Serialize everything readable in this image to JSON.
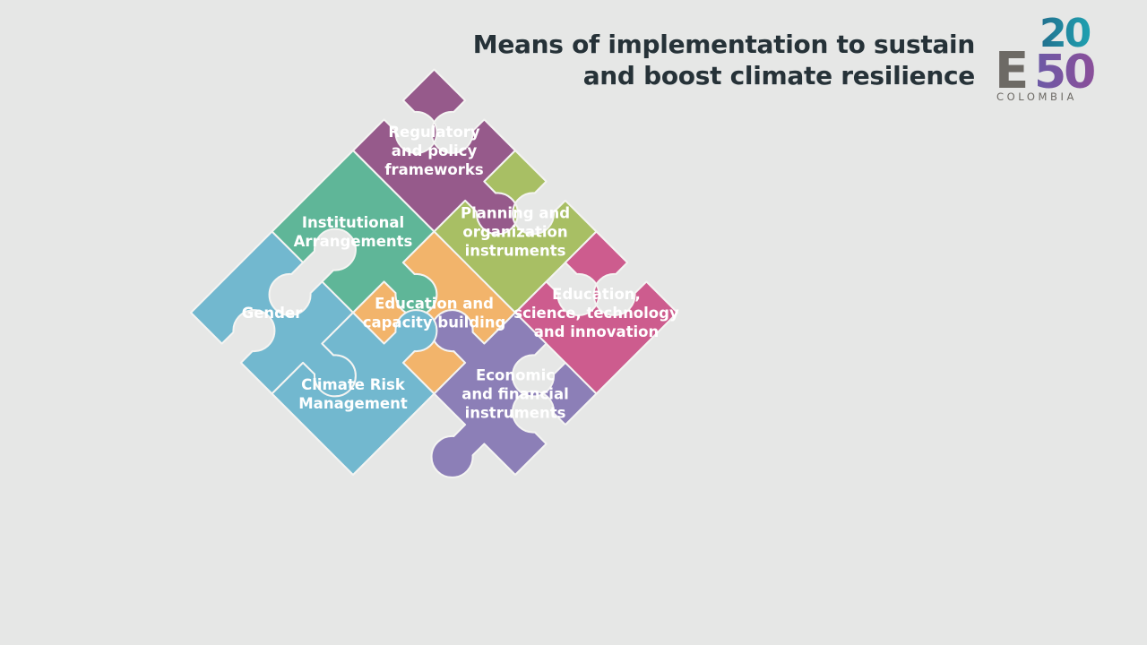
{
  "title": {
    "line1": "Means of implementation to sustain",
    "line2": "and boost climate resilience"
  },
  "logo": {
    "number_top": "20",
    "letter": "E",
    "number_bottom": "50",
    "country": "COLOMBIA"
  },
  "pieces": [
    {
      "id": "regulatory",
      "color": "#965a8b",
      "lines": [
        "Regulatory",
        "and policy",
        "frameworks"
      ]
    },
    {
      "id": "planning",
      "color": "#a8bf64",
      "lines": [
        "Planning and",
        "organization",
        "instruments"
      ]
    },
    {
      "id": "education-science",
      "color": "#cd5c8e",
      "lines": [
        "Education,",
        "science, technology",
        "and innovation"
      ]
    },
    {
      "id": "institutional",
      "color": "#5fb698",
      "lines": [
        "Institutional",
        "Arrangements"
      ]
    },
    {
      "id": "education-capacity",
      "color": "#f2b46b",
      "lines": [
        "Education and",
        "capacity building"
      ]
    },
    {
      "id": "economic",
      "color": "#8c7fb7",
      "lines": [
        "Economic",
        "and financial",
        "instruments"
      ]
    },
    {
      "id": "gender",
      "color": "#72b8cf",
      "lines": [
        "Gender"
      ]
    },
    {
      "id": "climate-risk",
      "color": "#72b8cf",
      "lines": [
        "Climate Risk",
        "Management"
      ]
    }
  ],
  "colors": {
    "background": "#e6e7e6",
    "title": "#263238",
    "logo_gray": "#6d6a65",
    "logo_teal": "#1f8ea8",
    "logo_purple": "#8a4f9a"
  }
}
